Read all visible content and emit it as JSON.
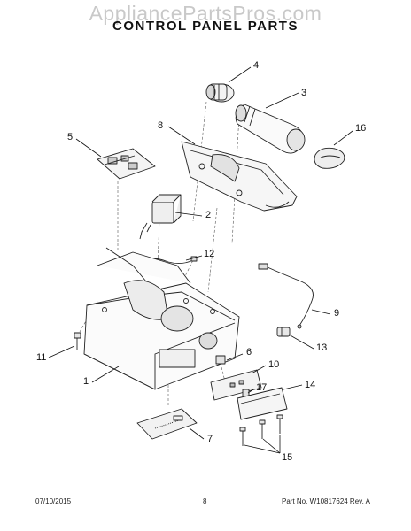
{
  "header": {
    "watermark": "AppliancePartsPros.com",
    "title": "CONTROL PANEL PARTS"
  },
  "callouts": [
    {
      "id": "c4",
      "label": "4"
    },
    {
      "id": "c3",
      "label": "3"
    },
    {
      "id": "c8",
      "label": "8"
    },
    {
      "id": "c16",
      "label": "16"
    },
    {
      "id": "c5",
      "label": "5"
    },
    {
      "id": "c2",
      "label": "2"
    },
    {
      "id": "c12",
      "label": "12"
    },
    {
      "id": "c9",
      "label": "9"
    },
    {
      "id": "c13",
      "label": "13"
    },
    {
      "id": "c11",
      "label": "11"
    },
    {
      "id": "c6",
      "label": "6"
    },
    {
      "id": "c10",
      "label": "10"
    },
    {
      "id": "c1",
      "label": "1"
    },
    {
      "id": "c17",
      "label": "17"
    },
    {
      "id": "c14",
      "label": "14"
    },
    {
      "id": "c7",
      "label": "7"
    },
    {
      "id": "c15",
      "label": "15"
    }
  ],
  "footer": {
    "date": "07/10/2015",
    "page": "8",
    "part_number": "Part No. W10817624  Rev. A"
  }
}
